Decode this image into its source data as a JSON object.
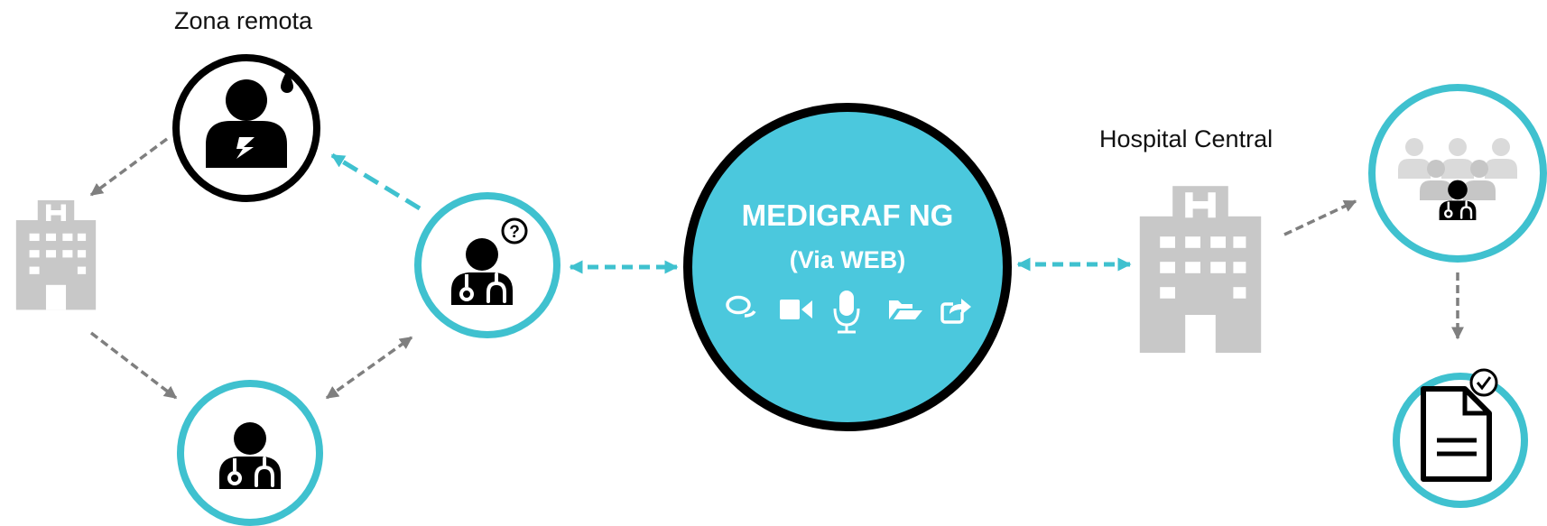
{
  "labels": {
    "remote_zone": "Zona remota",
    "central_hospital": "Hospital Central"
  },
  "center": {
    "title": "MEDIGRAF NG",
    "subtitle": "(Via WEB)",
    "features": [
      "chat-icon",
      "video-camera-icon",
      "microphone-icon",
      "folder-open-icon",
      "share-icon"
    ]
  },
  "colors": {
    "teal": "#3fc1cf",
    "center_fill": "#4bc8dd",
    "black": "#000000",
    "gray": "#c8c8c8",
    "arrow_gray": "#7f7f7f",
    "text": "#111111"
  }
}
